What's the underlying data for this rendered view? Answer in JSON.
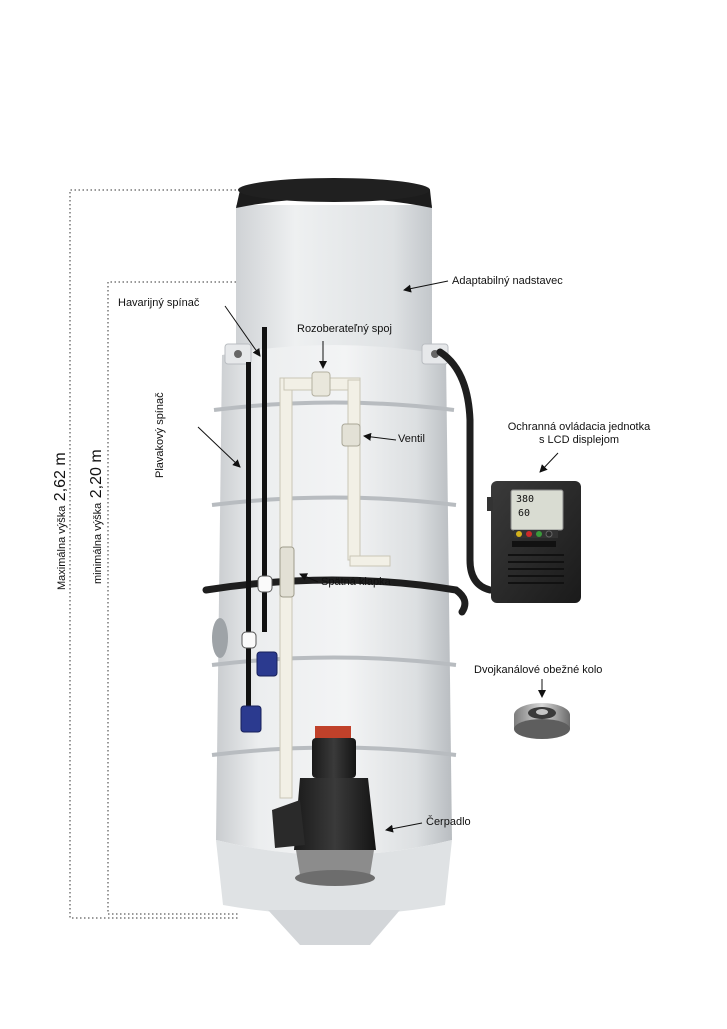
{
  "dimensions": {
    "max_height_label": "Maximálna výška",
    "max_height_value": "2,62 m",
    "min_height_label": "minimálna výška",
    "min_height_value": "2,20 m"
  },
  "labels": {
    "adaptable_riser": "Adaptabilný nadstavec",
    "emergency_switch": "Havarijný spínač",
    "detachable_joint": "Rozoberateľný spoj",
    "float_switch": "Plavakový spínač",
    "valve": "Ventil",
    "check_valve": "Spätná klapka",
    "control_unit_line1": "Ochranná ovládacia jednotka",
    "control_unit_line2": "s LCD displejom",
    "impeller": "Dvojkanálové obežné kolo",
    "pump": "Čerpadlo"
  },
  "lcd": {
    "reading_top": "380",
    "reading_bottom": "60"
  },
  "colors": {
    "tank_body": "#e9ebec",
    "tank_shadow": "#c9cccf",
    "lid": "#1c1c1c",
    "float_blue": "#2b3a8f",
    "pipe": "#f2f0e6",
    "control_box": "#2a2a2a",
    "button_colors": [
      "#d4b21c",
      "#cc2a2a",
      "#3a9a3a",
      "#2a2a2a"
    ]
  }
}
